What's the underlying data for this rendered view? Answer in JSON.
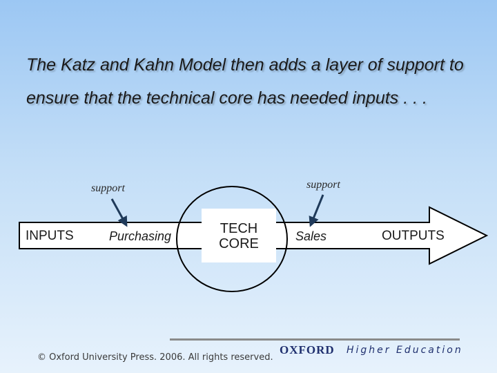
{
  "headline": "The Katz and Kahn Model then adds a layer of support to ensure that the technical core has needed inputs . . .",
  "diagram": {
    "support_left": "support",
    "support_right": "support",
    "inputs": "INPUTS",
    "purchasing": "Purchasing",
    "core_line1": "TECH",
    "core_line2": "CORE",
    "sales": "Sales",
    "outputs": "OUTPUTS"
  },
  "footer": {
    "copyright": "© Oxford University Press. 2006. All rights reserved.",
    "brand": "OXFORD",
    "brand_tagline": "Higher Education"
  },
  "colors": {
    "arrow_fill": "#ffffff",
    "outline": "#000000",
    "support_arrow": "#1f3a5a",
    "brand": "#1f2f6e"
  }
}
